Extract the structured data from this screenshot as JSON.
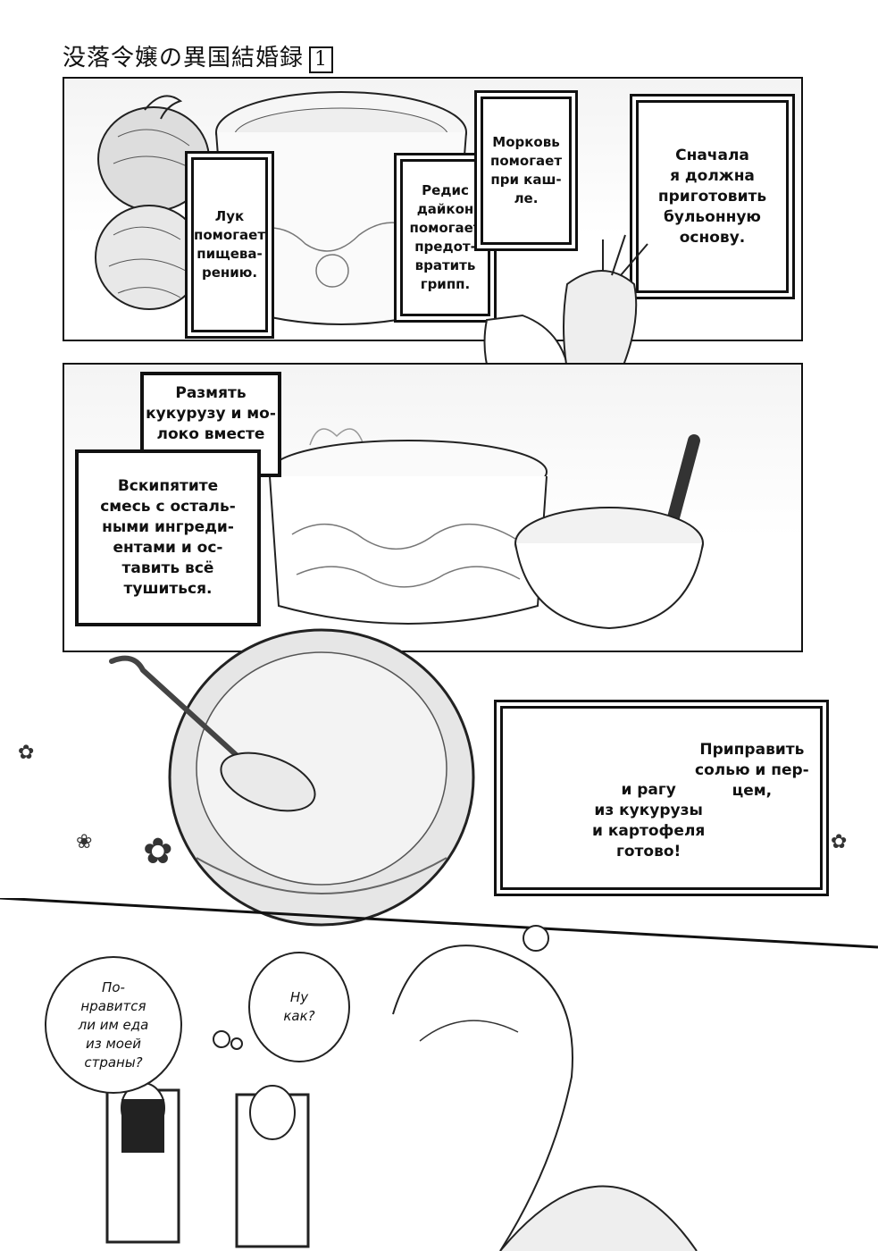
{
  "header": {
    "title": "没落令嬢の異国結婚録",
    "volume": "1"
  },
  "panel1": {
    "caption_onion": "Лук\nпомогает\nпищева-\nрению.",
    "caption_radish": "Редис\nдайкон\nпомогает\nпредот-\nвратить\nгрипп.",
    "caption_carrot": "Морковь\nпомогает\nпри каш-\nле.",
    "caption_broth": "Сначала\nя должна\nприготовить\nбульонную\nоснову."
  },
  "panel2": {
    "caption_mash": "Размять\nкукурузу и мо-\nлоко вместе\nв ступке.",
    "caption_boil": "Вскипятите\nсмесь с осталь-\nными ингреди-\nентами и ос-\nтавить всё\nтушиться."
  },
  "panel3": {
    "caption_season": "Приправить\nсолью и пер-\nцем,",
    "caption_ready": "и рагу\nиз кукурузы\nи картофеля\nготово!"
  },
  "panel4": {
    "bubble_like": "По-\nнравится\nли им еда\nиз моей\nстраны?",
    "bubble_how": "Ну\nкак?"
  },
  "icons": [
    "onion-icon",
    "pot-icon",
    "radish-icon",
    "carrot-icon",
    "bowl-icon",
    "flower-icon",
    "spoon-icon"
  ]
}
